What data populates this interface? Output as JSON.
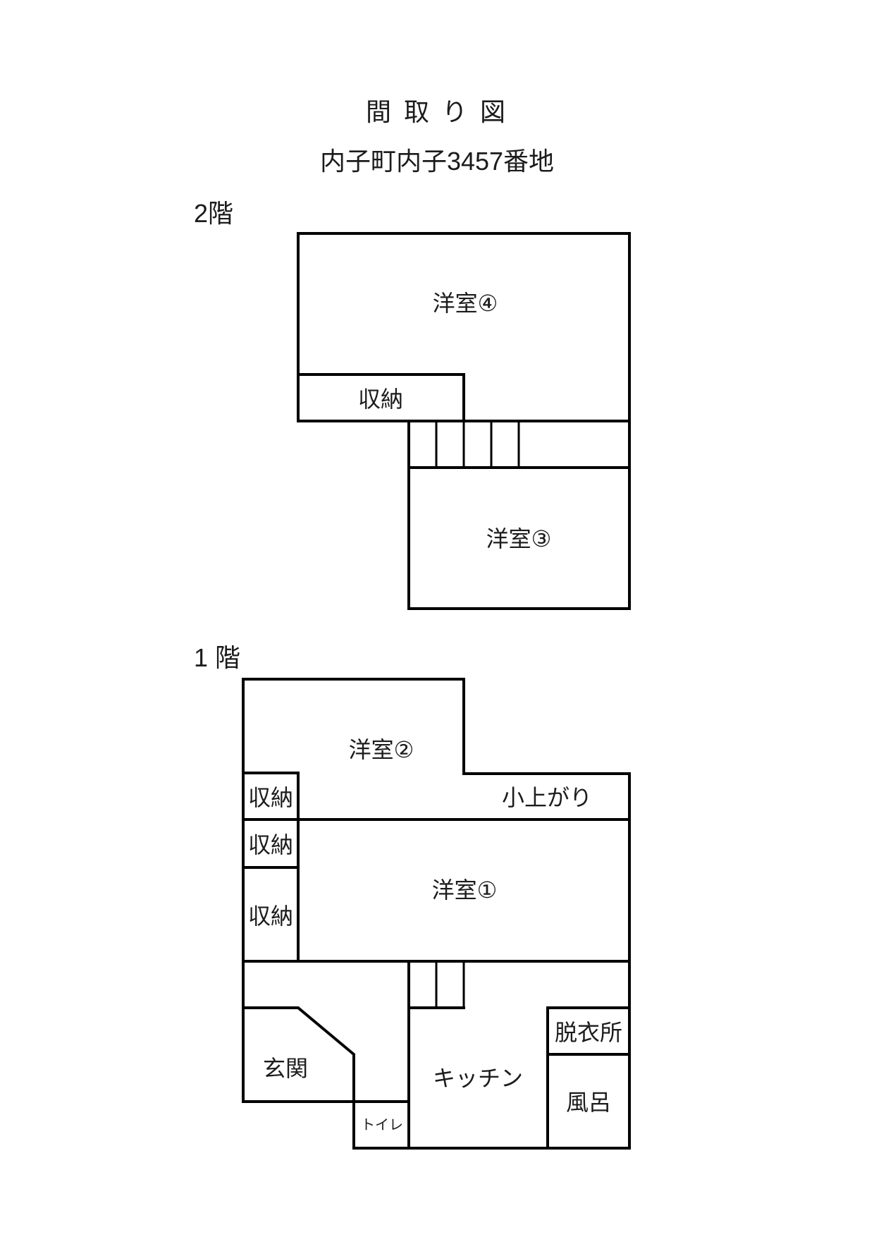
{
  "page": {
    "title": "間 取 り 図",
    "address": "内子町内子3457番地"
  },
  "floor2": {
    "label": "2階",
    "rooms": {
      "yoshitsu4": "洋室④",
      "shuno": "収納",
      "yoshitsu3": "洋室③"
    }
  },
  "floor1": {
    "label": "1 階",
    "rooms": {
      "yoshitsu2": "洋室②",
      "shuno_a": "収納",
      "koagari": "小上がり",
      "shuno_b": "収納",
      "yoshitsu1": "洋室①",
      "shuno_c": "収納",
      "genkan": "玄関",
      "toilet": "トイレ",
      "kitchen": "キッチン",
      "datsuijo": "脱衣所",
      "furo": "風呂"
    }
  }
}
